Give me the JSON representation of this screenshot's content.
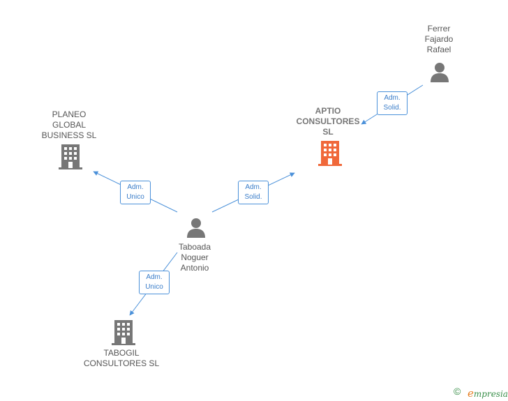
{
  "nodes": {
    "ferrer": {
      "label": "Ferrer\nFajardo\nRafael",
      "type": "person"
    },
    "planeo": {
      "label": "PLANEO\nGLOBAL\nBUSINESS  SL",
      "type": "company"
    },
    "aptio": {
      "label": "APTIO\nCONSULTORES\nSL",
      "type": "company",
      "focus": true
    },
    "taboada": {
      "label": "Taboada\nNoguer\nAntonio",
      "type": "person"
    },
    "tabogil": {
      "label": "TABOGIL\nCONSULTORES SL",
      "type": "company"
    }
  },
  "edges": [
    {
      "id": "ferrer-aptio",
      "from": "ferrer",
      "to": "aptio",
      "label": "Adm.\nSolid."
    },
    {
      "id": "taboada-planeo",
      "from": "taboada",
      "to": "planeo",
      "label": "Adm.\nUnico"
    },
    {
      "id": "taboada-aptio",
      "from": "taboada",
      "to": "aptio",
      "label": "Adm.\nSolid."
    },
    {
      "id": "taboada-tabogil",
      "from": "taboada",
      "to": "tabogil",
      "label": "Adm.\nUnico"
    }
  ],
  "colors": {
    "edge": "#4a90d9",
    "icon_gray": "#777777",
    "icon_focus": "#f0683a",
    "brand_green": "#3a8f4a",
    "brand_orange": "#e67e22"
  },
  "footer": {
    "copyright_symbol": "©",
    "brand_initial": "e",
    "brand_rest": "mpresia"
  }
}
